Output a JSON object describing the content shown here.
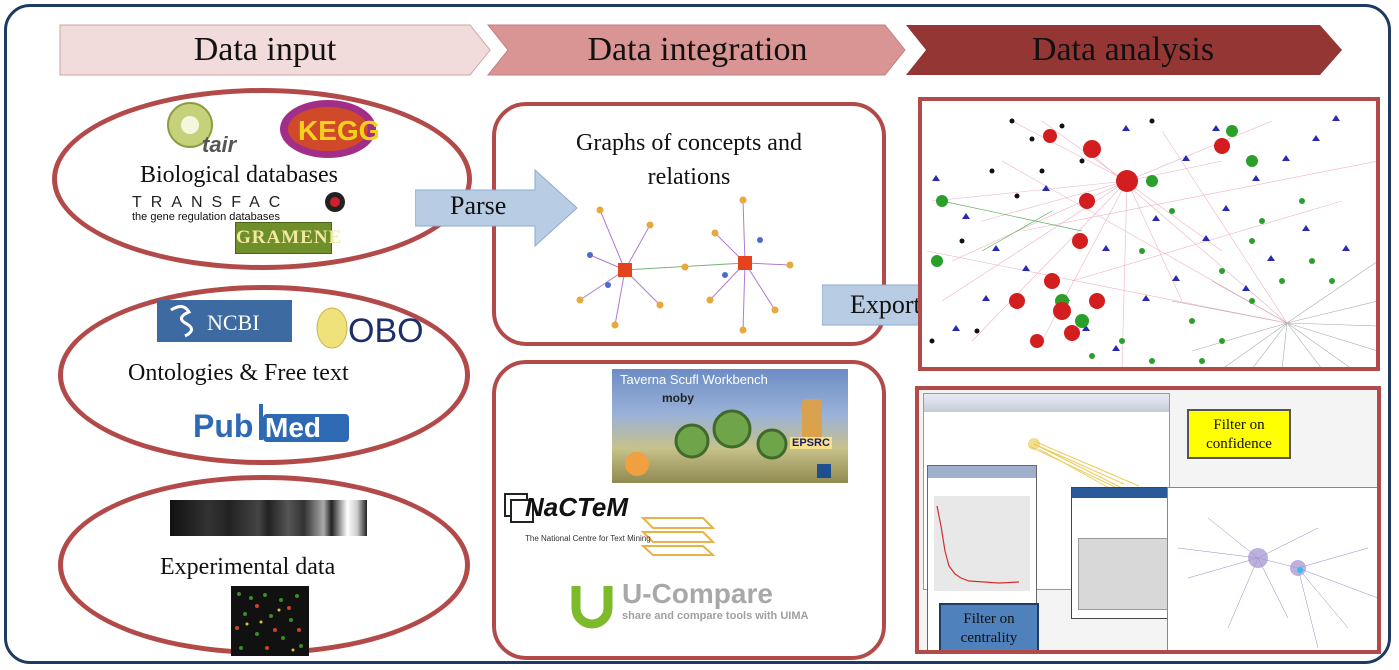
{
  "stages": [
    "Data input",
    "Data integration",
    "Data analysis"
  ],
  "input": {
    "biological": {
      "label": "Biological databases",
      "logos": [
        "tair",
        "KEGG",
        "TRANSFAC",
        "the gene regulation databases",
        "GRAMENE"
      ]
    },
    "ontologies": {
      "label": "Ontologies & Free text",
      "logos": [
        "NCBI",
        "OBO",
        "PubMed"
      ]
    },
    "experimental": {
      "label": "Experimental data"
    }
  },
  "integration": {
    "graph_label": "Graphs of concepts and relations",
    "tools": [
      "Taverna Scufl Workbench",
      "moby",
      "EPSRC",
      "NaCTeM",
      "The National Centre for Text Mining",
      "U-Compare",
      "share and compare tools with UIMA"
    ]
  },
  "arrows": {
    "parse": "Parse",
    "export": "Export"
  },
  "analysis": {
    "filter_confidence": "Filter on confidence",
    "filter_centrality": "Filter on centrality"
  },
  "colors": {
    "frame": "#1f3a63",
    "border": "#b34a4a",
    "arrow": "#b8cce4",
    "stage1": "#f2dcdb",
    "stage2": "#d99594",
    "stage3": "#943634"
  }
}
